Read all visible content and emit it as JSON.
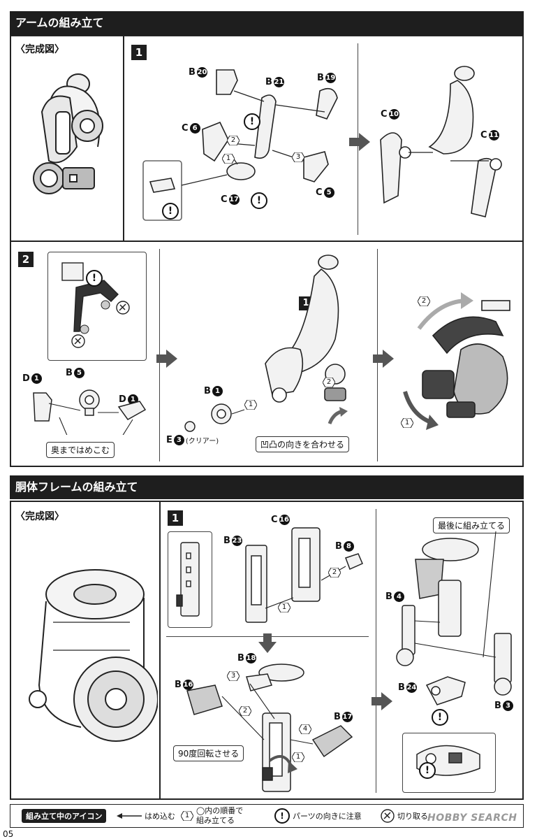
{
  "arm_section": {
    "title": "アームの組み立て",
    "completed_label": "〈完成図〉",
    "step1": {
      "num": "1",
      "labels": [
        {
          "pre": "B",
          "n": "20"
        },
        {
          "pre": "B",
          "n": "21"
        },
        {
          "pre": "B",
          "n": "19"
        },
        {
          "pre": "C",
          "n": "6"
        },
        {
          "pre": "C",
          "n": "5"
        },
        {
          "pre": "C",
          "n": "17"
        },
        {
          "pre": "C",
          "n": "10"
        },
        {
          "pre": "C",
          "n": "11"
        }
      ],
      "order": [
        "1",
        "2",
        "3"
      ]
    },
    "step2": {
      "num": "2",
      "labels": [
        {
          "pre": "D",
          "n": "1"
        },
        {
          "pre": "B",
          "n": "5"
        },
        {
          "pre": "D",
          "n": "1"
        },
        {
          "pre": "B",
          "n": "1"
        },
        {
          "pre": "E",
          "n": "3"
        }
      ],
      "e3_note": "(クリアー)",
      "callout_push": "奥まではめこむ",
      "callout_align": "凹凸の向きを合わせる",
      "ref_num": "1",
      "order": [
        "1",
        "2",
        "1",
        "2"
      ]
    }
  },
  "body_section": {
    "title": "胴体フレームの組み立て",
    "completed_label": "〈完成図〉",
    "step1": {
      "num": "1",
      "labels": [
        {
          "pre": "B",
          "n": "23"
        },
        {
          "pre": "C",
          "n": "16"
        },
        {
          "pre": "B",
          "n": "8"
        },
        {
          "pre": "B",
          "n": "18"
        },
        {
          "pre": "B",
          "n": "16"
        },
        {
          "pre": "B",
          "n": "17"
        },
        {
          "pre": "B",
          "n": "4"
        },
        {
          "pre": "B",
          "n": "24"
        },
        {
          "pre": "B",
          "n": "3"
        }
      ],
      "callout_last": "最後に組み立てる",
      "callout_rotate": "90度回転させる",
      "order": [
        "1",
        "2",
        "3",
        "2",
        "4",
        "1"
      ]
    }
  },
  "legend": {
    "title": "組み立て中のアイコン",
    "insert": "はめ込む",
    "order_icon": "1",
    "order_text_1": "◯内の順番で",
    "order_text_2": "組み立てる",
    "caution_icon": "!",
    "caution": "パーツの向きに注意",
    "cut": "切り取る"
  },
  "watermark": "HOBBY SEARCH",
  "page_number": "05"
}
